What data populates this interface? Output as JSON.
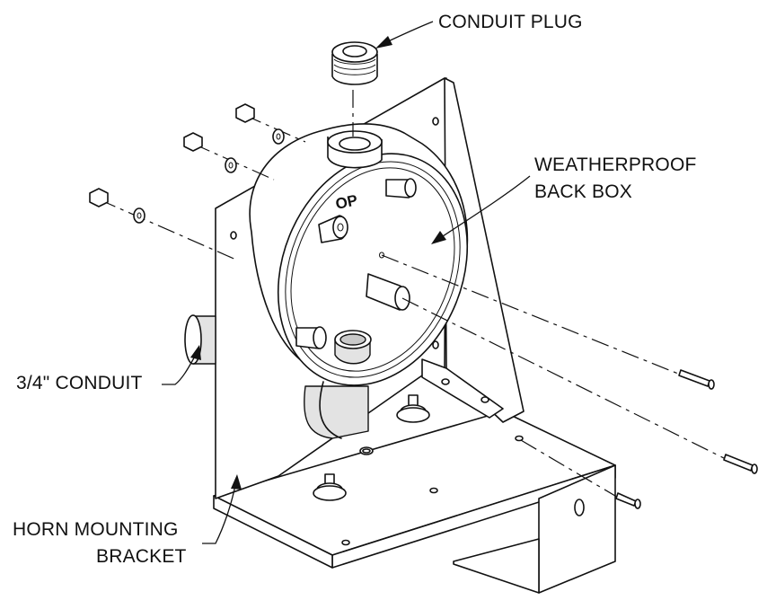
{
  "labels": {
    "conduit_plug": "CONDUIT PLUG",
    "weatherproof_line1": "WEATHERPROOF",
    "weatherproof_line2": "BACK BOX",
    "conduit": "3/4\" CONDUIT",
    "horn_line1": "HORN MOUNTING",
    "horn_line2": "BRACKET",
    "top_mark": "OP"
  },
  "colors": {
    "line": "#111111",
    "shade": "#c9c9c9",
    "background": "#ffffff"
  }
}
